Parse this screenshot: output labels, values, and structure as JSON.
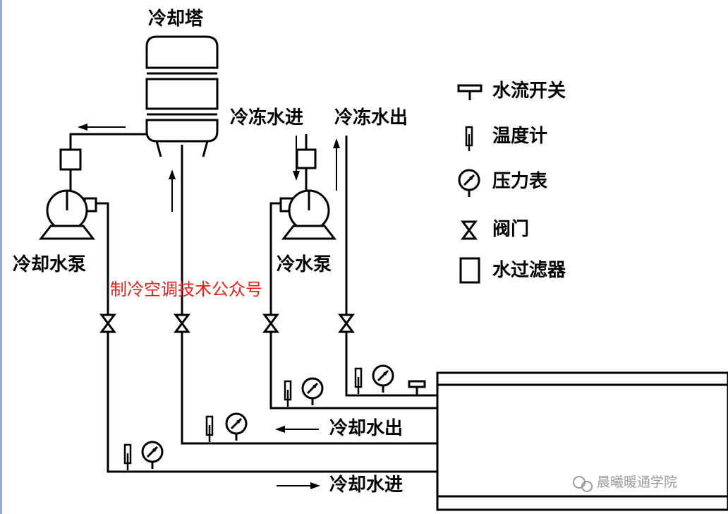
{
  "diagram": {
    "title": "冷却塔",
    "labels": {
      "chilled_in": "冷冻水进",
      "chilled_out": "冷冻水出",
      "cooling_pump": "冷却水泵",
      "chilled_pump": "冷水泵",
      "cooling_out": "冷却水出",
      "cooling_in": "冷却水进"
    },
    "legend": [
      {
        "icon": "flow-switch-icon",
        "label": "水流开关"
      },
      {
        "icon": "thermometer-icon",
        "label": "温度计"
      },
      {
        "icon": "pressure-gauge-icon",
        "label": "压力表"
      },
      {
        "icon": "valve-icon",
        "label": "阀门"
      },
      {
        "icon": "water-filter-icon",
        "label": "水过滤器"
      }
    ],
    "watermarks": {
      "red": "制冷空调技术公众号",
      "grey": "晨曦暖通学院"
    },
    "colors": {
      "line": "#000000",
      "background": "#ffffff",
      "watermark_red": "#e8201a",
      "watermark_grey": "#9a9a9a",
      "left_border": "#9aa6d6"
    }
  }
}
